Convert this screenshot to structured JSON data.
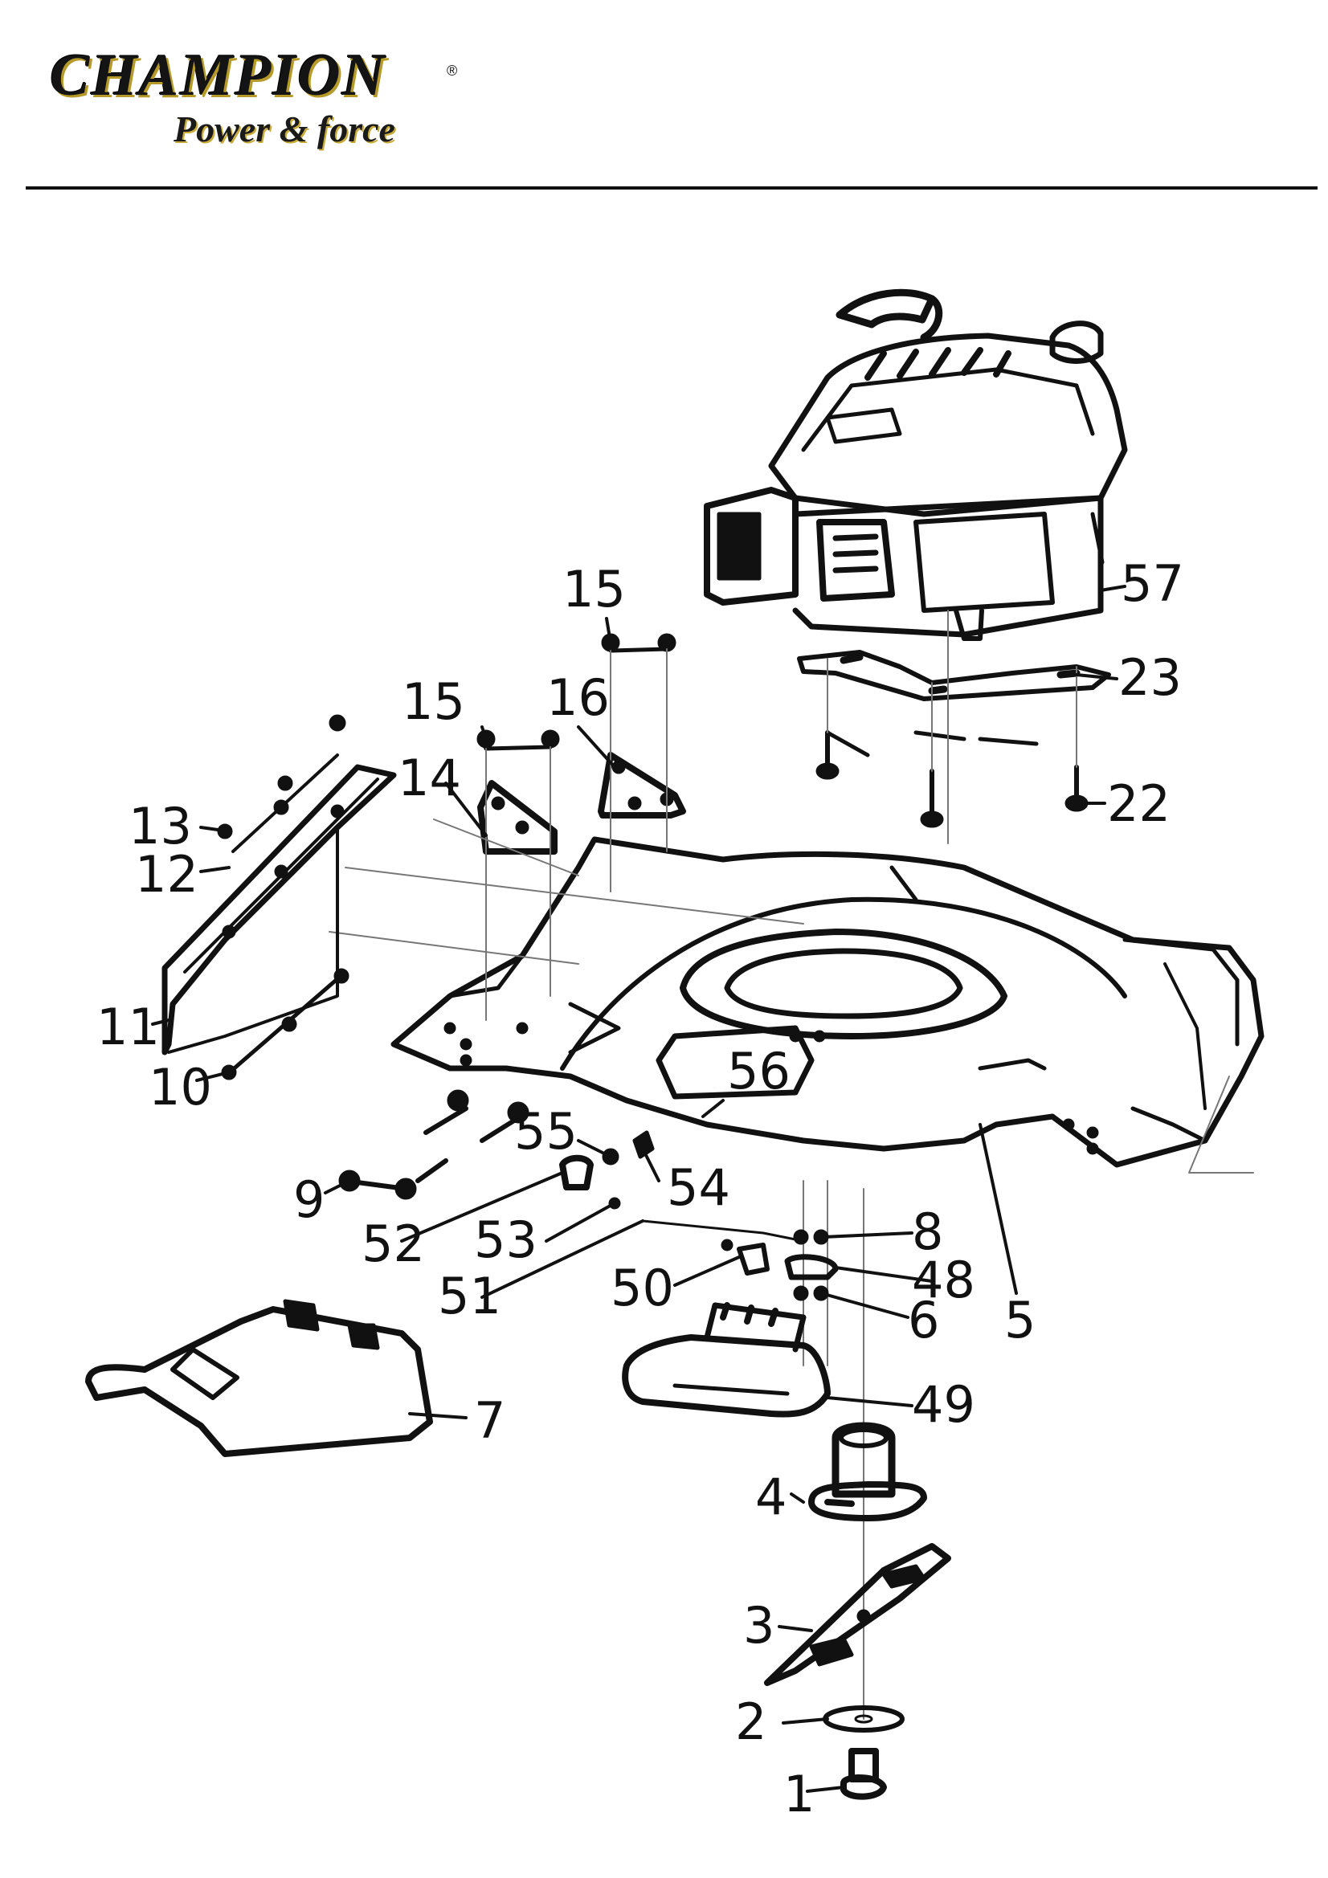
{
  "header": {
    "brand": "CHAMPION",
    "registered_mark": "®",
    "tagline": "Power & force"
  },
  "callouts": {
    "c57": "57",
    "c23": "23",
    "c22": "22",
    "c15a": "15",
    "c15b": "15",
    "c16": "16",
    "c14": "14",
    "c13": "13",
    "c12": "12",
    "c11": "11",
    "c10": "10",
    "c56": "56",
    "c55": "55",
    "c54": "54",
    "c9": "9",
    "c52": "52",
    "c53": "53",
    "c51": "51",
    "c50": "50",
    "c8": "8",
    "c48": "48",
    "c6": "6",
    "c5": "5",
    "c7": "7",
    "c49": "49",
    "c4": "4",
    "c3": "3",
    "c2": "2",
    "c1": "1"
  }
}
